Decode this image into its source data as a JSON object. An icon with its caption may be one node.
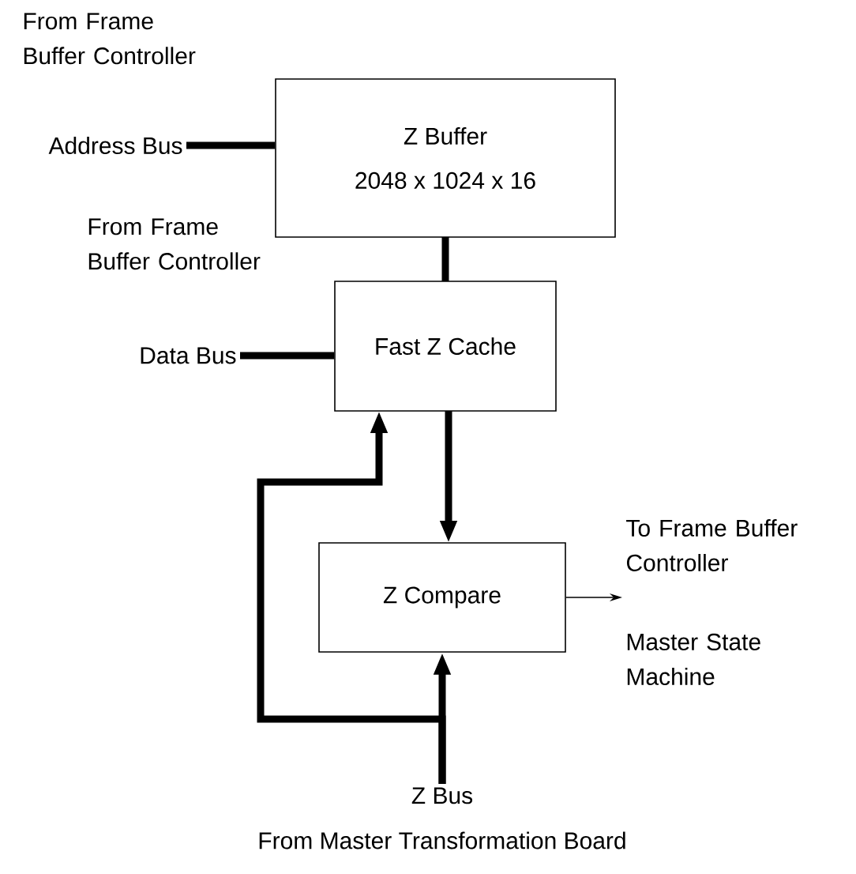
{
  "diagram": {
    "nodes": [
      {
        "text": [
          "Z Buffer",
          "2048 x 1024 x 16"
        ]
      },
      {
        "text": [
          "Fast Z Cache"
        ]
      },
      {
        "text": [
          "Z Compare"
        ]
      },
      {
        "text": [
          "From Frame Buffer Controller",
          "Address Bus"
        ]
      },
      {
        "text": [
          "From Frame Buffer Controller",
          "Data Bus"
        ]
      },
      {
        "text": [
          "Z Bus",
          "From Master Transformation Board"
        ]
      },
      {
        "text": [
          "To Frame Buffer Controller",
          "Master State Machine"
        ]
      }
    ],
    "edges": [
      {
        "from": 3,
        "to": 0,
        "arrow": "none"
      },
      {
        "from": 0,
        "to": 1,
        "arrow": "none"
      },
      {
        "from": 4,
        "to": 1,
        "arrow": "none"
      },
      {
        "from": 1,
        "to": 2,
        "arrow": "to"
      },
      {
        "from": 2,
        "to": 6,
        "arrow": "to"
      },
      {
        "from": 5,
        "to": 2,
        "arrow": "to"
      },
      {
        "from": 5,
        "to": 1,
        "arrow": "to"
      }
    ]
  }
}
